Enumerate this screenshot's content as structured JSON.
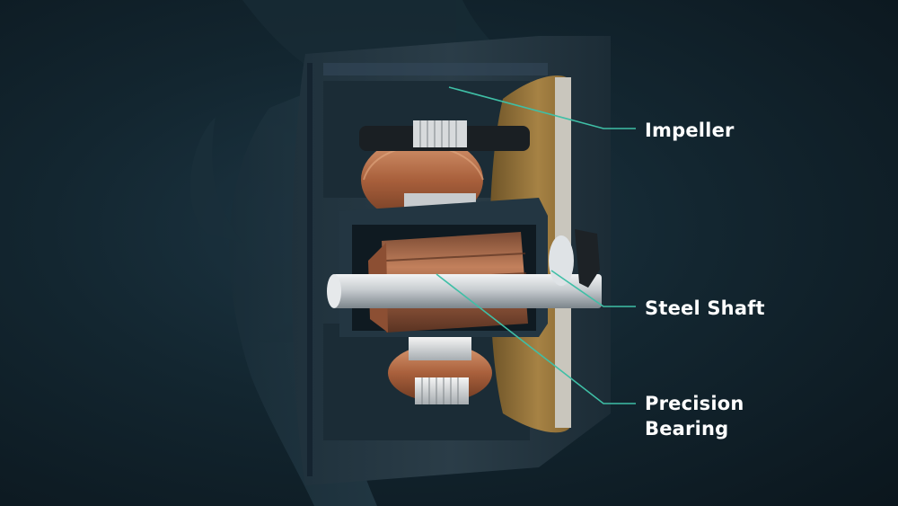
{
  "callouts": {
    "impeller": {
      "label": "Impeller"
    },
    "steel_shaft": {
      "label": "Steel Shaft"
    },
    "precision_bearing": {
      "line1": "Precision",
      "line2": "Bearing"
    }
  },
  "colors": {
    "background": "#132630",
    "leader_line": "#3fbfa6",
    "label_text": "#ffffff",
    "copper": "#b8704a",
    "housing": "#2a3b46",
    "brass_disc": "#a07f45",
    "steel": "#c9ced2"
  }
}
